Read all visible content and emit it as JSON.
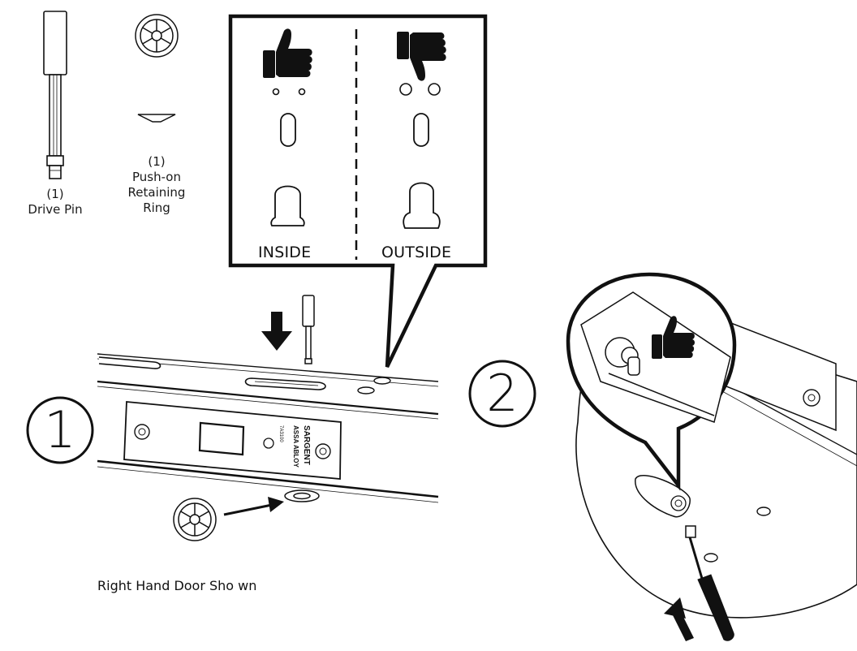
{
  "parts": {
    "drive_pin": {
      "qty": "(1)",
      "name": "Drive Pin"
    },
    "retaining_ring": {
      "qty": "(1)",
      "name_line1": "Push-on",
      "name_line2": "Retaining",
      "name_line3": "Ring"
    }
  },
  "callout": {
    "inside_label": "INSIDE",
    "outside_label": "OUTSIDE"
  },
  "steps": {
    "step1": "1",
    "step2": "2"
  },
  "faceplate": {
    "brand": "SARGENT",
    "brand2": "ASSA ABLOY",
    "model": "7A3100"
  },
  "caption": "Right Hand Door Sho wn",
  "icons": [
    "thumbs-up-icon",
    "thumbs-down-icon",
    "arrow-icon",
    "screwdriver-icon"
  ]
}
